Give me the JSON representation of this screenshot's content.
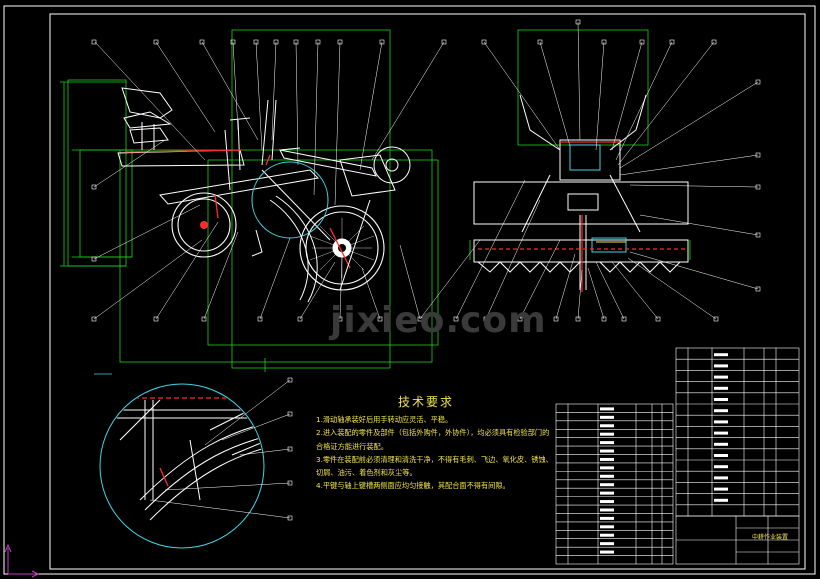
{
  "drawing": {
    "colors": {
      "background": "#000000",
      "border": "#ffffff",
      "leader": "#ffffff",
      "dimension": "#19d419",
      "part_red": "#ff2a2a",
      "part_cyan": "#3fd6e6",
      "part_yellow": "#f2e54a"
    },
    "tech_notes": {
      "title": "技术要求",
      "items": [
        "1.滑动轴承装好后用手转动应灵活、平稳。",
        "2.进入装配的零件及部件（包括外购件，外协件），均必须具有检验部门的合格证方能进行装配。",
        "3.零件在装配前必须清理和清洗干净，不得有毛刺、飞边、氧化皮、锈蚀、切屑、油污、着色剂和灰尘等。",
        "4.平键与轴上键槽两侧面应均匀接触，其配合面不得有间隙。"
      ]
    },
    "title_block": {
      "label": "中耕作业装置",
      "parts_list_left_rows": 19,
      "parts_list_right_rows": 15
    },
    "watermark": "jixieo.com",
    "icons": [
      "ucs-axis-icon"
    ]
  }
}
